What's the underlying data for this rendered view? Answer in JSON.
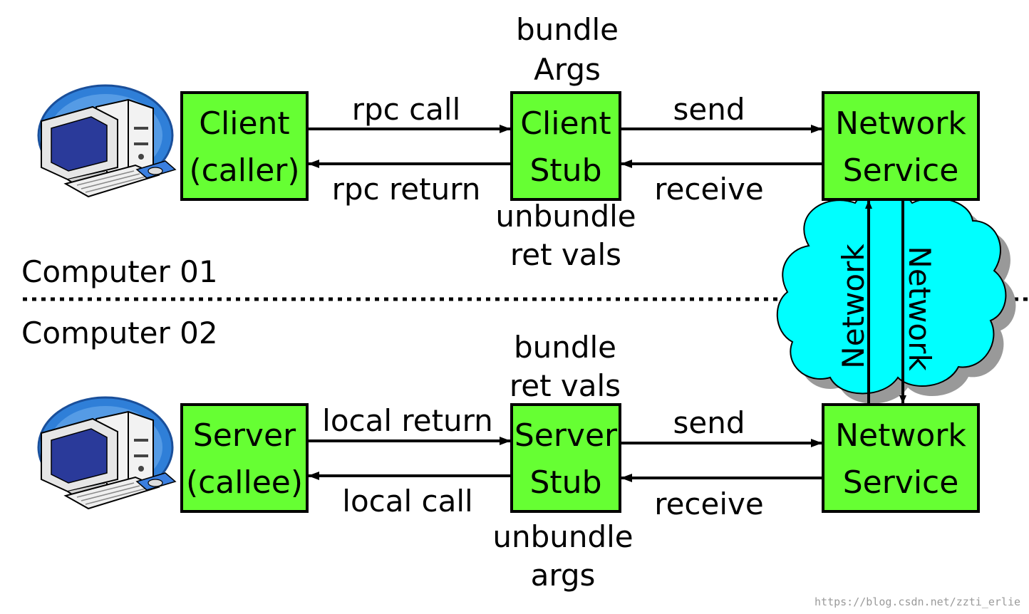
{
  "boxes": {
    "client": {
      "line1": "Client",
      "line2": "(caller)"
    },
    "client_stub": {
      "line1": "Client",
      "line2": "Stub"
    },
    "network_service_top": {
      "line1": "Network",
      "line2": "Service"
    },
    "server": {
      "line1": "Server",
      "line2": "(callee)"
    },
    "server_stub": {
      "line1": "Server",
      "line2": "Stub"
    },
    "network_service_bottom": {
      "line1": "Network",
      "line2": "Service"
    }
  },
  "labels": {
    "bundle_args_1": "bundle",
    "bundle_args_2": "Args",
    "rpc_call": "rpc call",
    "rpc_return": "rpc return",
    "send_top": "send",
    "receive_top": "receive",
    "unbundle_ret_1": "unbundle",
    "unbundle_ret_2": "ret vals",
    "computer_01": "Computer 01",
    "computer_02": "Computer 02",
    "bundle_ret_1": "bundle",
    "bundle_ret_2": "ret vals",
    "local_return": "local return",
    "local_call": "local call",
    "send_bottom": "send",
    "receive_bottom": "receive",
    "unbundle_args_1": "unbundle",
    "unbundle_args_2": "args",
    "network_up": "Network",
    "network_down": "Network"
  },
  "watermark": "https://blog.csdn.net/zzti_erlie",
  "colors": {
    "box_fill": "#66ff33",
    "cloud_fill": "#00ffff",
    "cloud_shadow": "#999999",
    "computer_oval": "#2f7fd8"
  }
}
